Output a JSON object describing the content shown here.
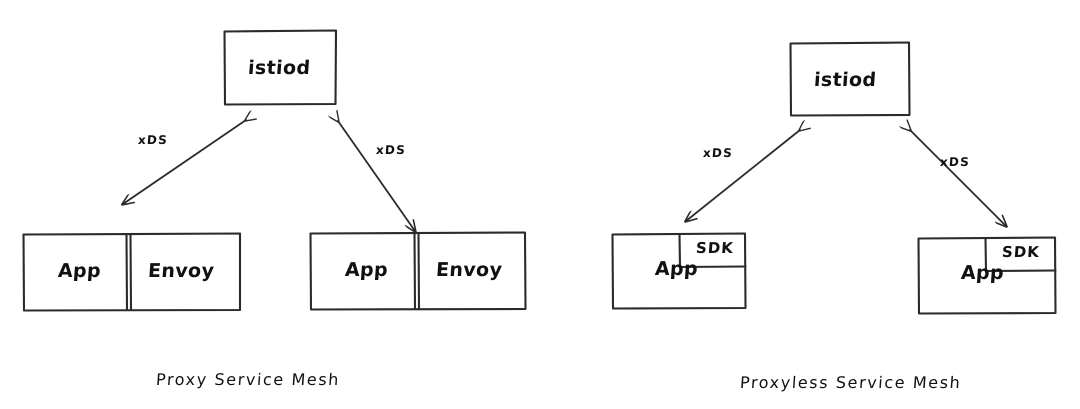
{
  "diagram": {
    "background_color": "#ffffff",
    "stroke_color": "#2b2b2b",
    "text_color": "#111111",
    "panels": [
      {
        "id": "proxy-service-mesh",
        "caption": "Proxy Service Mesh",
        "control_plane": {
          "label": "istiod"
        },
        "workloads": [
          {
            "app_label": "App",
            "sidecar_label": "Envoy"
          },
          {
            "app_label": "App",
            "sidecar_label": "Envoy"
          }
        ],
        "edges": [
          {
            "label": "xDS",
            "direction": "bidirectional"
          },
          {
            "label": "xDS",
            "direction": "bidirectional"
          }
        ]
      },
      {
        "id": "proxyless-service-mesh",
        "caption": "Proxyless Service Mesh",
        "control_plane": {
          "label": "istiod"
        },
        "workloads": [
          {
            "app_label": "App",
            "sidecar_label": "SDK"
          },
          {
            "app_label": "App",
            "sidecar_label": "SDK"
          }
        ],
        "edges": [
          {
            "label": "xDS",
            "direction": "bidirectional"
          },
          {
            "label": "xDS",
            "direction": "bidirectional"
          }
        ]
      }
    ]
  }
}
